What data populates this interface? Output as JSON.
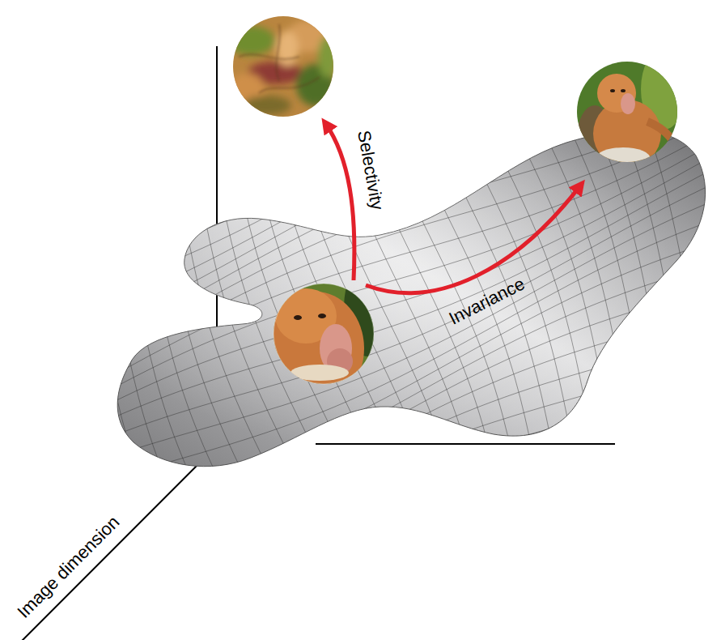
{
  "diagram": {
    "labels": [
      "Selectivity",
      "Invariance",
      "Image dimension"
    ]
  }
}
